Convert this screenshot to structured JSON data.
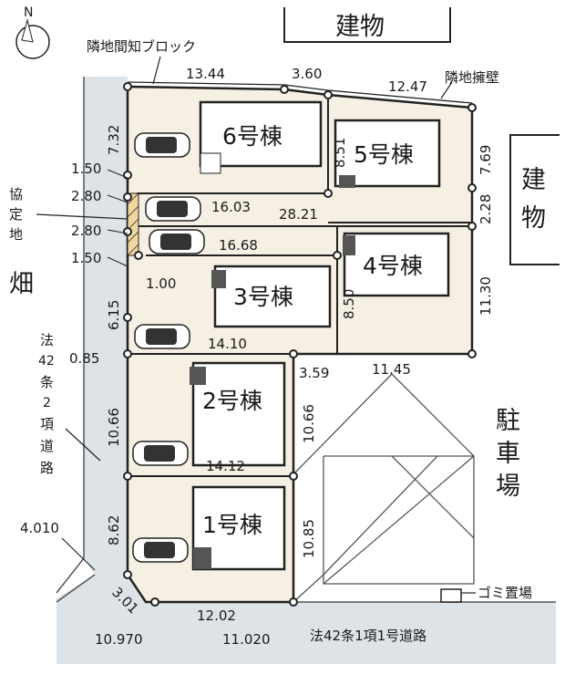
{
  "north_label": "N",
  "neighbor_block_label": "隣地間知ブロック",
  "neighbor_wall_label": "隣地擁壁",
  "building_labels": {
    "top": "建物",
    "right_line1": "建",
    "right_line2": "物"
  },
  "agreement_land": [
    "協",
    "定",
    "地"
  ],
  "field_label": "畑",
  "left_road": [
    "法",
    "42",
    "条",
    "2",
    "項",
    "道",
    "路"
  ],
  "parking": [
    "駐",
    "車",
    "場"
  ],
  "trash_label": "ゴミ置場",
  "bottom_road_label": "法42条1項1号道路",
  "houses": {
    "h1": "1号棟",
    "h2": "2号棟",
    "h3": "3号棟",
    "h4": "4号棟",
    "h5": "5号棟",
    "h6": "6号棟"
  },
  "dimensions": {
    "top_13_44": "13.44",
    "top_3_60": "3.60",
    "top_12_47": "12.47",
    "left_7_32": "7.32",
    "left_1_50_a": "1.50",
    "left_2_80_a": "2.80",
    "left_2_80_b": "2.80",
    "left_1_50_b": "1.50",
    "inner_1_00": "1.00",
    "left_6_15": "6.15",
    "left_0_85": "0.85",
    "left_10_66": "10.66",
    "left_8_62": "8.62",
    "left_4_010": "4.010",
    "left_3_01": "3.01",
    "bottom_10_970": "10.970",
    "bottom_12_02": "12.02",
    "bottom_11_020": "11.020",
    "mid_16_03": "16.03",
    "mid_28_21": "28.21",
    "mid_16_68": "16.68",
    "mid_14_10": "14.10",
    "mid_14_12": "14.12",
    "mid_3_59": "3.59",
    "mid_11_45": "11.45",
    "mid_8_51": "8.51",
    "mid_8_50": "8.50",
    "mid_10_66": "10.66",
    "mid_10_85": "10.85",
    "right_7_69": "7.69",
    "right_2_28": "2.28",
    "right_11_30": "11.30"
  }
}
